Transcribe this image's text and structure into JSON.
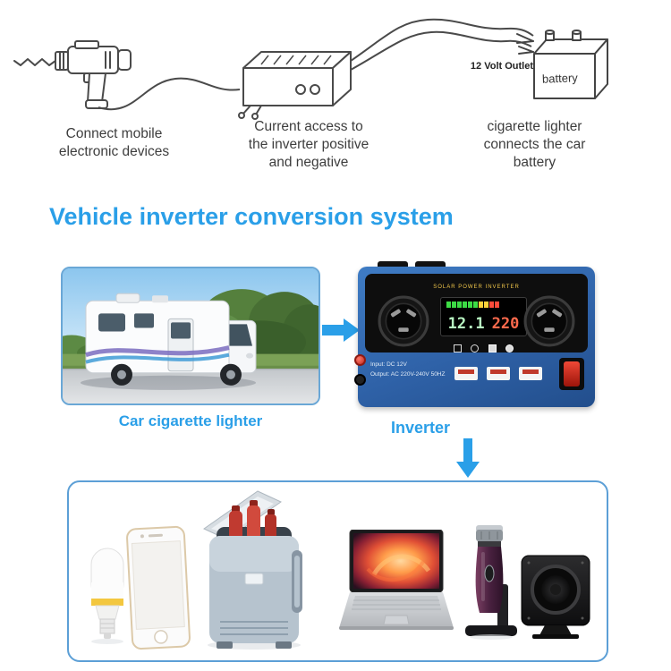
{
  "heading": "Vehicle inverter conversion system",
  "top_row": {
    "drill_caption": "Connect mobile\nelectronic devices",
    "box_caption": "Current access to\nthe inverter positive\nand negative",
    "battery_caption": "cigarette lighter\nconnects the car\nbattery",
    "outlet_label": "12 Volt Outlet",
    "battery_label": "battery"
  },
  "middle": {
    "rv_caption": "Car cigarette lighter",
    "inverter_caption": "Inverter",
    "inverter": {
      "brand": "SOLAR POWER INVERTER",
      "display_voltage": "12.1",
      "display_output": "220",
      "spec_line1": "Input: DC 12V",
      "spec_line2": "Output: AC 220V-240V 50HZ"
    }
  },
  "bottom": {
    "appliance_icons": [
      "led-bulb",
      "smartphone",
      "car-refrigerator",
      "laptop",
      "electric-shaver",
      "speaker"
    ]
  },
  "colors": {
    "accent_blue": "#2a9fe8",
    "frame_border_blue": "#6aa7d6",
    "inverter_body_blue": "#2f62a8",
    "display_green": "#b9f7c3",
    "display_red": "#ff6a4d"
  }
}
